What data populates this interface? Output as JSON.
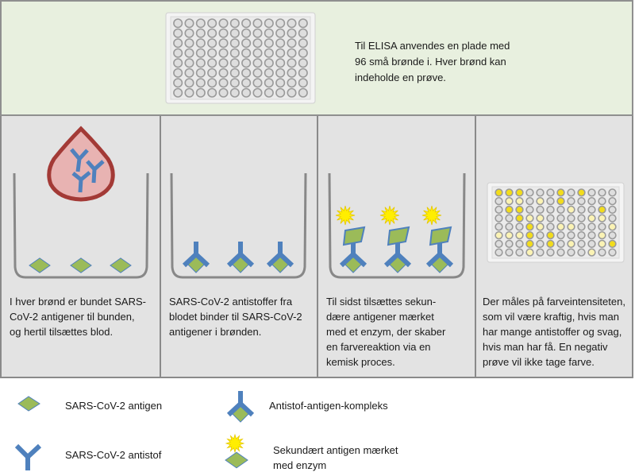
{
  "top": {
    "description": "Til ELISA anvendes en plade med 96 små brønde i. Hver brønd kan indeholde en prøve.",
    "lines": [
      "Til ELISA anvendes en plade med",
      "96 små brønde i. Hver brønd kan",
      "indeholde en prøve."
    ],
    "plate": {
      "rows": 8,
      "cols": 12
    }
  },
  "steps": [
    {
      "lines": [
        "I hver brønd er bundet SARS-",
        "CoV-2 antigener til bunden,",
        "og hertil tilsættes blod."
      ]
    },
    {
      "lines": [
        "SARS-CoV-2 antistoffer fra",
        "blodet binder til SARS-CoV-2",
        "antigener i brønden."
      ]
    },
    {
      "lines": [
        "Til sidst tilsættes sekun-",
        "dære antigener mærket",
        "med et enzym, der skaber",
        "en farvereaktion via en",
        "kemisk proces."
      ]
    },
    {
      "lines": [
        "Der måles på farveintensiteten,",
        "som vil være kraftig, hvis man",
        "har mange antistoffer og svag,",
        "hvis man har få. En negativ",
        "prøve vil ikke tage farve."
      ]
    }
  ],
  "result_plate": {
    "rows": 8,
    "cols": 12,
    "legend": {
      "Y": "strong",
      "L": "weak",
      ".": "none"
    },
    "cells": [
      "YYY...Y.Y...",
      ".LL.L.Y.....",
      ".YY....L..Y.",
      "..YLL....LL.",
      "...YL.LL...L",
      "LLLY.Y....L.",
      "...Y.Y.L..LY",
      "...L.....L.."
    ]
  },
  "legend": {
    "antigen": "SARS-CoV-2 antigen",
    "antibody": "SARS-CoV-2 antistof",
    "complex": "Antistof-antigen-kompleks",
    "secondary_lines": [
      "Sekundært antigen mærket",
      "med enzym"
    ]
  },
  "colors": {
    "top_bg": "#e8f0df",
    "cell_bg": "#e3e3e3",
    "antigen_green": "#9bbb59",
    "antibody_blue": "#4f81bd",
    "blood_red": "#a33a36",
    "blood_fill": "#e8b3b2",
    "enzyme_yellow": "#ffee00",
    "well_strong": "#f2dc1c",
    "well_weak": "#fbf3b4",
    "well_none": "#dedede"
  }
}
